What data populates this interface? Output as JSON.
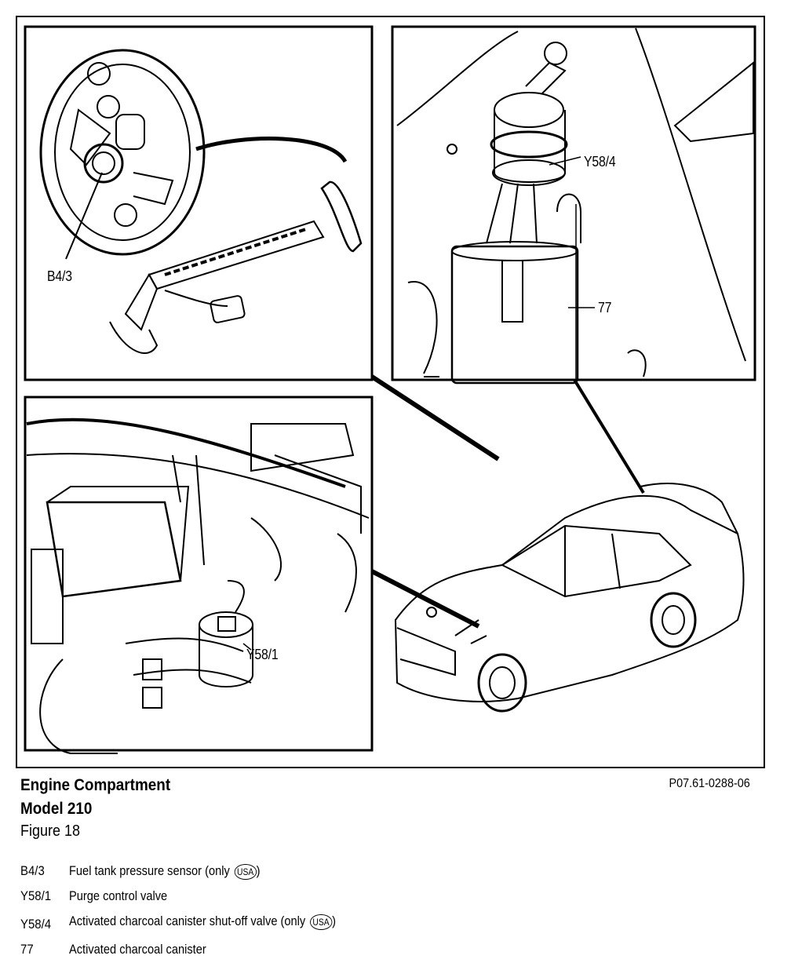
{
  "callouts": {
    "b43": "B4/3",
    "y584": "Y58/4",
    "c77": "77",
    "y581": "Y58/1"
  },
  "caption": {
    "line1": "Engine  Compartment",
    "line2": "Model 210",
    "line3": "Figure 18",
    "figure_id": "P07.61-0288-06"
  },
  "legend": [
    {
      "code": "B4/3",
      "desc": "Fuel tank pressure sensor (only ",
      "badge": "USA",
      "suffix": ")"
    },
    {
      "code": "Y58/1",
      "desc": "Purge control valve",
      "badge": "",
      "suffix": ""
    },
    {
      "code": "Y58/4",
      "desc": "Activated charcoal canister shut-off valve (only ",
      "badge": "USA",
      "suffix": ")"
    },
    {
      "code": "77",
      "desc": "Activated charcoal canister",
      "badge": "",
      "suffix": ""
    }
  ]
}
